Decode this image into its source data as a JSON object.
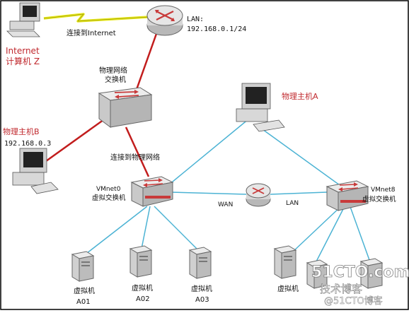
{
  "labels": {
    "connect_internet": "连接到Internet",
    "lan_prefix": "LAN:",
    "lan_ip": "192.168.0.1/24",
    "internet_line1": "Internet",
    "internet_line2": "计算机 Z",
    "switch_line1": "物理网络",
    "switch_line2": "交换机",
    "host_a": "物理主机A",
    "host_b": "物理主机B",
    "host_b_ip": "192.168.0.3",
    "connect_physical": "连接到物理网络",
    "vmnet0_line1": "VMnet0",
    "vmnet0_line2": "虚拟交换机",
    "wan": "WAN",
    "lan": "LAN",
    "vmnet8_line1": "VMnet8",
    "vmnet8_line2": "虚拟交换机",
    "vm_label": "虚拟机",
    "a01": "A01",
    "a02": "A02",
    "a03": "A03",
    "watermark_brand": "51CTO.com",
    "watermark_sub": "技术博客",
    "watermark_blog": "@51CTO博客"
  },
  "colors": {
    "red_line": "#c21d1d",
    "blue_line": "#4cb3d4",
    "label_red": "#c0282d",
    "lightning": "#e8e81a",
    "router_red": "#c83a3a"
  }
}
